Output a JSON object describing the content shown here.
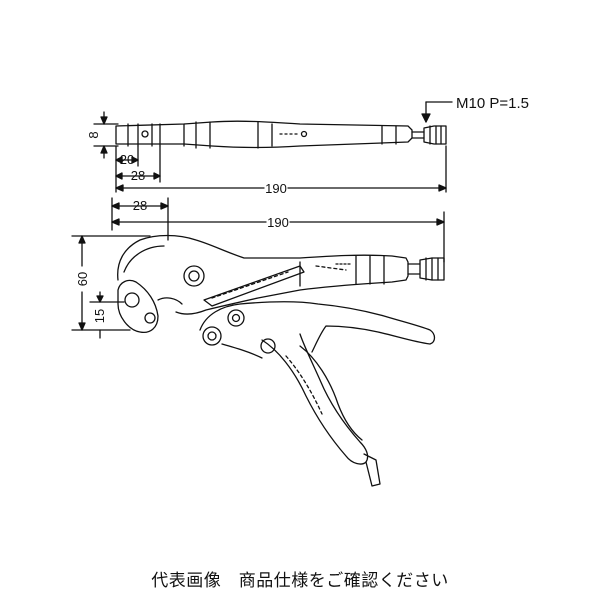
{
  "drawing": {
    "thread_label": "M10 P=1.5",
    "top_view": {
      "dim_thickness": "8",
      "dim_20": "20",
      "dim_28": "28",
      "dim_overall": "190"
    },
    "side_view": {
      "dim_28": "28",
      "dim_overall": "190",
      "dim_height": "60",
      "dim_15": "15"
    }
  },
  "caption": "代表画像　商品仕様をご確認ください"
}
